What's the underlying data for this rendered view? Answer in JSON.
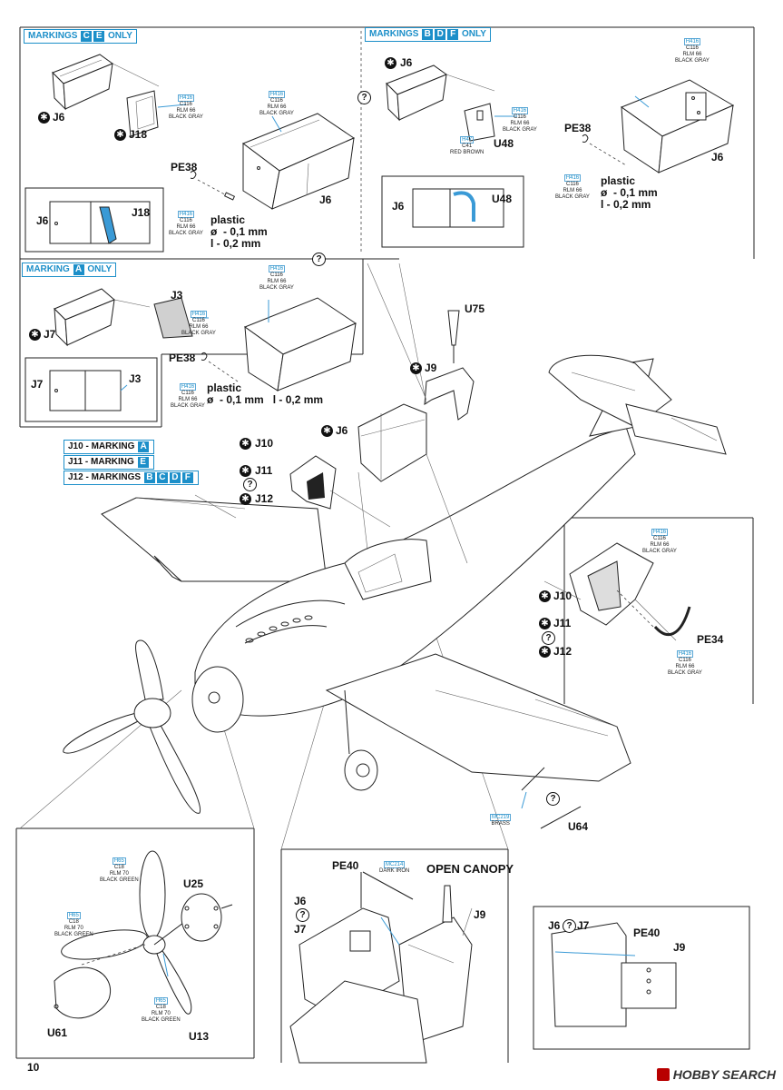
{
  "page_number": "10",
  "brand": "HOBBY SEARCH",
  "sections": {
    "markings_ce": {
      "prefix": "MARKINGS",
      "letters": [
        "C",
        "E"
      ],
      "suffix": "ONLY"
    },
    "markings_bdf": {
      "prefix": "MARKINGS",
      "letters": [
        "B",
        "D",
        "F"
      ],
      "suffix": "ONLY"
    },
    "markings_a": {
      "prefix": "MARKING",
      "letters": [
        "A"
      ],
      "suffix": "ONLY"
    }
  },
  "marking_list": [
    {
      "part": "J10",
      "label": "MARKING",
      "letters": [
        "A"
      ]
    },
    {
      "part": "J11",
      "label": "MARKING",
      "letters": [
        "E"
      ]
    },
    {
      "part": "J12",
      "label": "MARKINGS",
      "letters": [
        "B",
        "C",
        "D",
        "F"
      ]
    }
  ],
  "paint": {
    "black_gray": {
      "code": "H416",
      "line2": "C116",
      "line3": "RLM 66",
      "line4": "BLACK GRAY"
    },
    "red_brown": {
      "code": "H47",
      "line2": "C41",
      "line3": "RED BROWN"
    },
    "brass": {
      "code": "MC219",
      "line2": "BRASS"
    },
    "dark_iron": {
      "code": "MC214",
      "line2": "DARK IRON"
    },
    "black_green": {
      "code": "H65",
      "line2": "C18",
      "line3": "RLM 70",
      "line4": "BLACK GREEN"
    }
  },
  "plastic_note": {
    "title": "plastic",
    "l1": "ø  - 0,1 mm",
    "l2": "l - 0,2 mm"
  },
  "parts": {
    "j6": "J6",
    "j7": "J7",
    "j3": "J3",
    "j9": "J9",
    "j18": "J18",
    "u48": "U48",
    "pe38": "PE38",
    "u75": "U75",
    "j10": "J10",
    "j11": "J11",
    "j12": "J12",
    "pe34": "PE34",
    "u64": "U64",
    "u25": "U25",
    "u61": "U61",
    "u13": "U13",
    "pe40": "PE40",
    "open_canopy": "OPEN CANOPY"
  },
  "symbols": {
    "glue": "✱",
    "question": "?"
  },
  "mark_dash": " - "
}
